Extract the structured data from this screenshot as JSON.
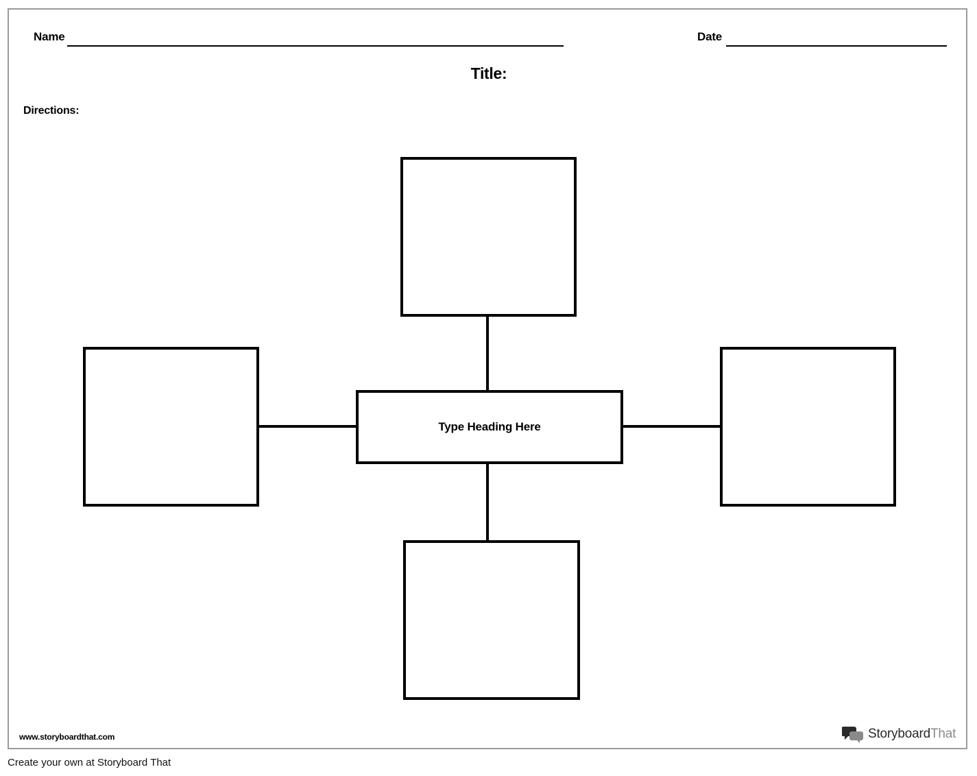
{
  "header": {
    "name_label": "Name",
    "date_label": "Date"
  },
  "title": "Title:",
  "directions_label": "Directions:",
  "diagram": {
    "center_heading": "Type Heading Here"
  },
  "footer": {
    "site_url": "www.storyboardthat.com",
    "logo_word_dark": "Storyboard",
    "logo_word_light": "That",
    "caption": "Create your own at Storyboard That"
  },
  "colors": {
    "ink": "#000000",
    "frame": "#9a9a9a",
    "logo_dark": "#2a2a2a",
    "logo_light": "#8a8a8a"
  }
}
